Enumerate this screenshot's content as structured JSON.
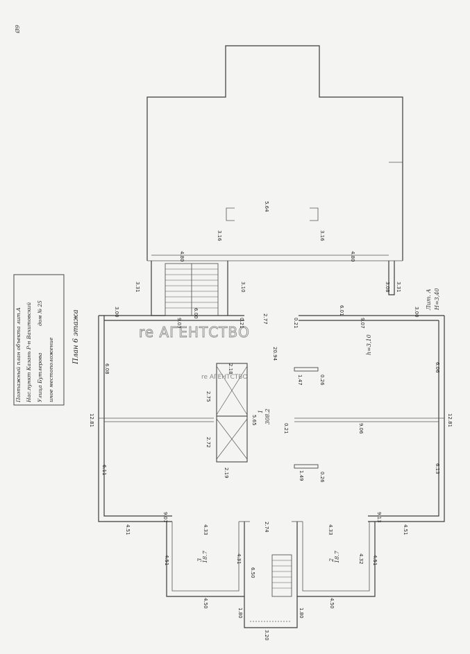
{
  "corner_mark": "6Ø",
  "title_block": {
    "line1": "Поэтажный план объекта лит.А",
    "line2": "Нас.пункт Казань Р-н Вахитовский",
    "line3_street": "Улица Бутлерова",
    "line3_house": "дом № 25",
    "line4": "иное местоположение"
  },
  "floor_title": "План 6 этажа",
  "lit_note": {
    "line1": "Лит. А",
    "line2": "Н=3,40"
  },
  "ceiling_note": "h=3,10",
  "watermark": {
    "big": "re АГЕНТСТВО",
    "small": "re АГЕНТСТВО"
  },
  "rooms": [
    {
      "id": "1",
      "area": "308.2"
    },
    {
      "id": "2",
      "area": "18.7"
    },
    {
      "id": "3",
      "area": "18.7"
    }
  ],
  "dimensions": {
    "d_5_64": "5.64",
    "d_3_16_left": "3.16",
    "d_3_16_right": "3.16",
    "d_4_80_left": "4.80",
    "d_4_80_right": "4.80",
    "d_3_31_left": "3.31",
    "d_3_10": "3.10",
    "d_3_08": "3.08",
    "d_3_31_right": "3.31",
    "d_3_00_left": "3.00",
    "d_3_00_right": "3.00",
    "d_6_00": "6.00",
    "d_2_77": "2.77",
    "d_6_01": "6.01",
    "d_9_03": "9.03",
    "d_0_21_a": "0.21",
    "d_0_21_b": "0.21",
    "d_9_07_top": "9.07",
    "d_6_08": "6.08",
    "d_20_94": "20.94",
    "d_6_06": "6.06",
    "d_2_18": "2.18",
    "d_1_47": "1.47",
    "d_0_26_a": "0.26",
    "d_2_75": "2.75",
    "d_12_81_left": "12.81",
    "d_5_65": "5.65",
    "d_0_21_c": "0.21",
    "d_9_06": "9.06",
    "d_12_81_right": "12.81",
    "d_2_72": "2.72",
    "d_6_11": "6.11",
    "d_2_19": "2.19",
    "d_1_49": "1.49",
    "d_0_26_b": "0.26",
    "d_6_13": "6.13",
    "d_9_07_bot": "9.07",
    "d_4_51_a": "4.51",
    "d_2_74": "2.74",
    "d_9_13": "9.13",
    "d_4_51_b": "4.51",
    "d_4_33": "4.33",
    "d_4_33_b": "4.33",
    "d_4_51_c": "4.51",
    "d_4_31": "4.31",
    "d_6_50": "6.50",
    "d_4_32": "4.32",
    "d_4_51_d": "4.51",
    "d_4_50_left": "4.50",
    "d_4_50_right": "4.50",
    "d_1_80_left": "1.80",
    "d_1_80_right": "1.80",
    "d_3_20": "3.20"
  }
}
